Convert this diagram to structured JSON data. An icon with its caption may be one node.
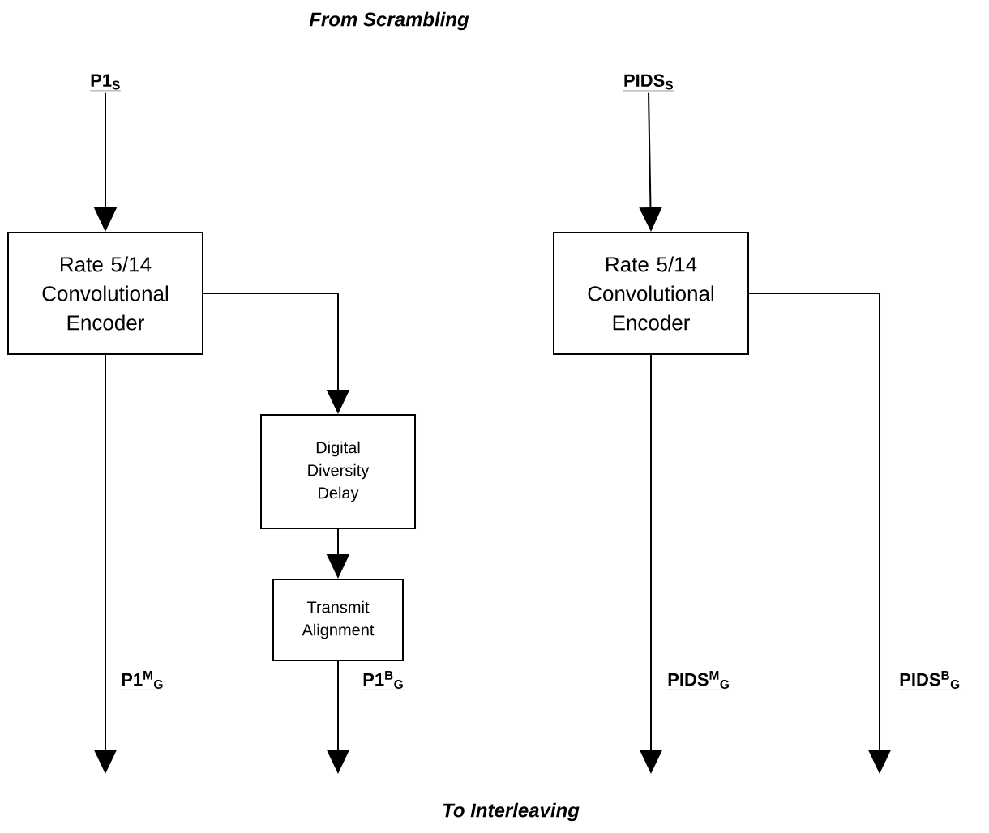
{
  "diagram": {
    "title": "From Scrambling",
    "nodes": [
      {
        "text": [
          "P1$_{S}$"
        ]
      },
      {
        "text": [
          "PIDS$_{S}$"
        ]
      },
      {
        "text": [
          "Rate 5/14 Convolutional Encoder"
        ]
      },
      {
        "text": [
          "Rate 5/14 Convolutional Encoder"
        ]
      },
      {
        "text": [
          "Digital Diversity Delay"
        ]
      },
      {
        "text": [
          "Transmit Alignment"
        ]
      }
    ],
    "edges": [
      {
        "from": 0,
        "to": 2,
        "arrow": "to"
      },
      {
        "from": 1,
        "to": 3,
        "arrow": "to"
      },
      {
        "from": 2,
        "to": 4,
        "arrow": "to"
      },
      {
        "from": 4,
        "to": 5,
        "arrow": "to"
      },
      {
        "from": 2,
        "to": null,
        "arrow": "to",
        "label": "P1$^{M}$$_{G}$"
      },
      {
        "from": 5,
        "to": null,
        "arrow": "to",
        "label": "P1$^{B}$$_{G}$"
      },
      {
        "from": 3,
        "to": null,
        "arrow": "to",
        "label": "PIDS$^{M}$$_{G}$"
      },
      {
        "from": 3,
        "to": null,
        "arrow": "to",
        "label": "PIDS$^{B}$$_{G}$"
      }
    ],
    "labels": [
      "To Interleaving"
    ]
  }
}
